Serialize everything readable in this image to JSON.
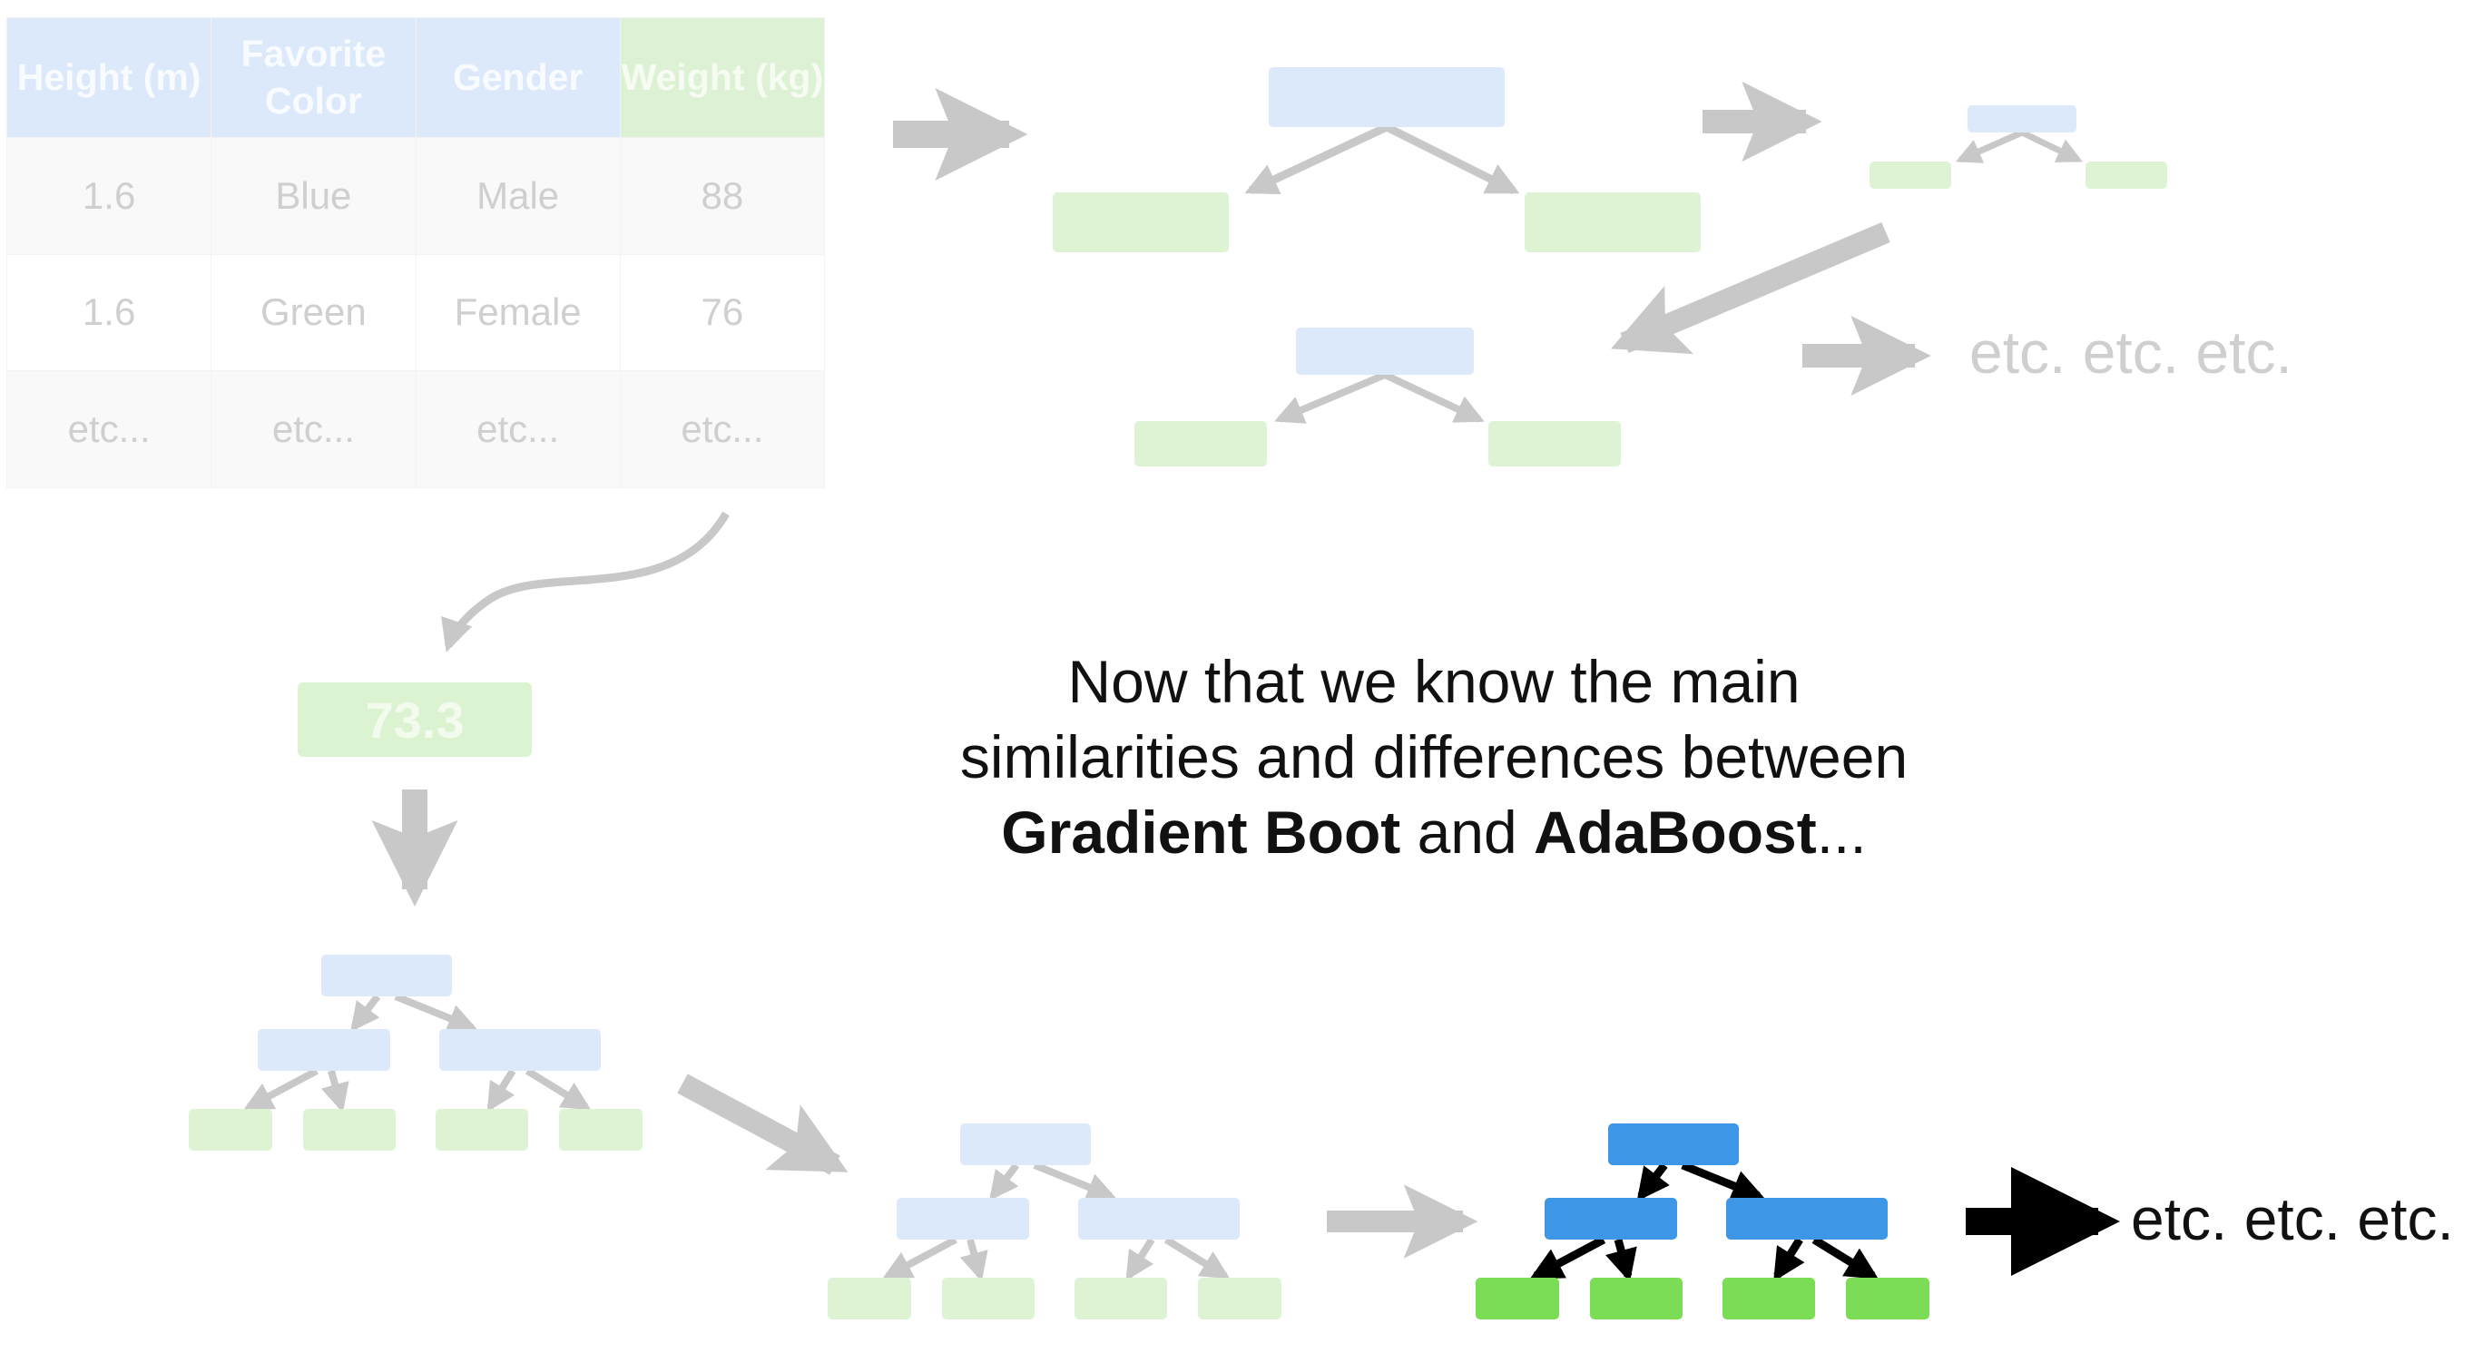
{
  "table": {
    "headers": [
      {
        "label": "Height (m)",
        "type": "feature"
      },
      {
        "label": "Favorite Color",
        "type": "feature"
      },
      {
        "label": "Gender",
        "type": "feature"
      },
      {
        "label": "Weight (kg)",
        "type": "target"
      }
    ],
    "rows": [
      [
        "1.6",
        "Blue",
        "Male",
        "88"
      ],
      [
        "1.6",
        "Green",
        "Female",
        "76"
      ],
      [
        "etc...",
        "etc...",
        "etc...",
        "etc..."
      ]
    ]
  },
  "prediction_value": "73.3",
  "etc_top": "etc. etc. etc.",
  "etc_bottom": "etc. etc. etc.",
  "caption": {
    "line1": "Now that we know the main",
    "line2": "similarities and differences between",
    "term1": "Gradient Boot",
    "conjunction": " and ",
    "term2": "AdaBoost",
    "ellipsis": "..."
  },
  "colors": {
    "node_blue": "#3d97e6",
    "leaf_green": "#7bdd55",
    "faded_blue": "#dce9fb",
    "faded_green": "#ddf3d4",
    "faded_arrow": "#c8c8c8",
    "active_arrow": "#000000"
  }
}
